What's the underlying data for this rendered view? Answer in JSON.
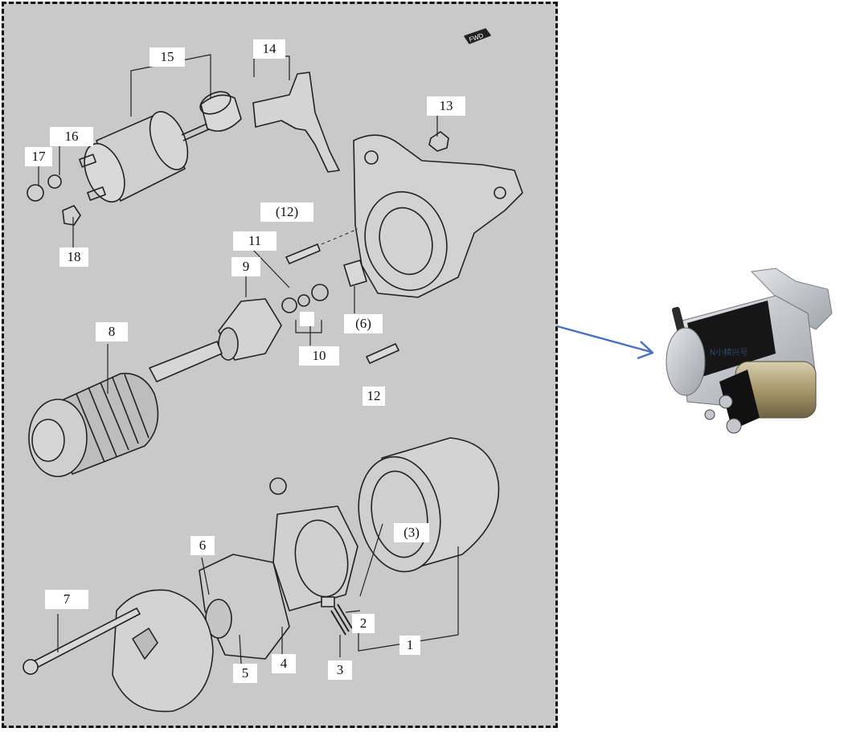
{
  "diagram": {
    "fwd_badge": "FWD",
    "labels": {
      "l1": "1",
      "l2": "2",
      "l3": "3",
      "l3b": "(3)",
      "l4": "4",
      "l5": "5",
      "l6": "6",
      "l6b": "(6)",
      "l7": "7",
      "l8": "8",
      "l9": "9",
      "l10": "10",
      "l11": "11",
      "l12": "12",
      "l12b": "(12)",
      "l13": "13",
      "l14": "14",
      "l15": "15",
      "l16": "16",
      "l17": "17",
      "l18": "18"
    }
  },
  "photo": {
    "watermark": "N小精兴号"
  },
  "colors": {
    "panel": "#c9c9c9",
    "arrow": "#4472c4",
    "line": "#222222"
  }
}
